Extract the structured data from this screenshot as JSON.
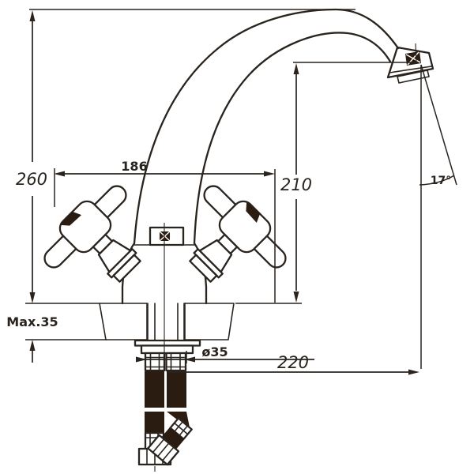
{
  "drawing": {
    "description": "Technical installation diagram of a two-handle swan-neck kitchen faucet with flexible supply hoses, shown with mounting dimensions",
    "dimensions": {
      "overall_height": "260",
      "spout_span": "186",
      "spout_outlet_height": "210",
      "outlet_angle": "17°",
      "max_mounting_thickness": "Max.35",
      "shank_diameter": "ø35",
      "spout_reach": "220"
    },
    "colors": {
      "line": "#2a241f",
      "hose_fill": "#2b1c11",
      "background": "#ffffff"
    }
  }
}
